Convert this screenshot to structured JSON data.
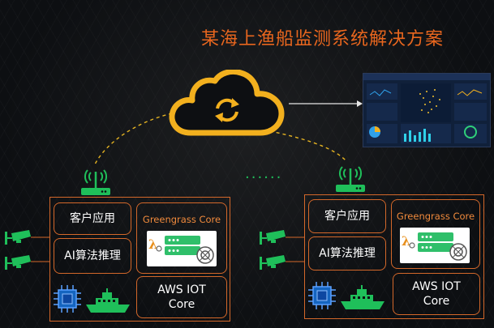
{
  "title": "某海上渔船监测系统解决方案",
  "sites": [
    {
      "client_app": "客户应用",
      "ai_inference": "AI算法推理",
      "greengrass": "Greengrass Core",
      "aws_iot_line1": "AWS IOT",
      "aws_iot_line2": "Core"
    },
    {
      "client_app": "客户应用",
      "ai_inference": "AI算法推理",
      "greengrass": "Greengrass Core",
      "aws_iot_line1": "AWS IOT",
      "aws_iot_line2": "Core"
    }
  ],
  "colors": {
    "accent": "#e8661e",
    "border": "#d4682a",
    "cloud": "#f2b01e",
    "green": "#1fbf5a",
    "chip": "#1565c0"
  },
  "icons": [
    "cloud-sync-icon",
    "dashboard-thumbnail",
    "router-icon",
    "camera-icon",
    "chip-icon",
    "ship-icon",
    "lambda-icon",
    "server-icon",
    "gear-icon"
  ]
}
